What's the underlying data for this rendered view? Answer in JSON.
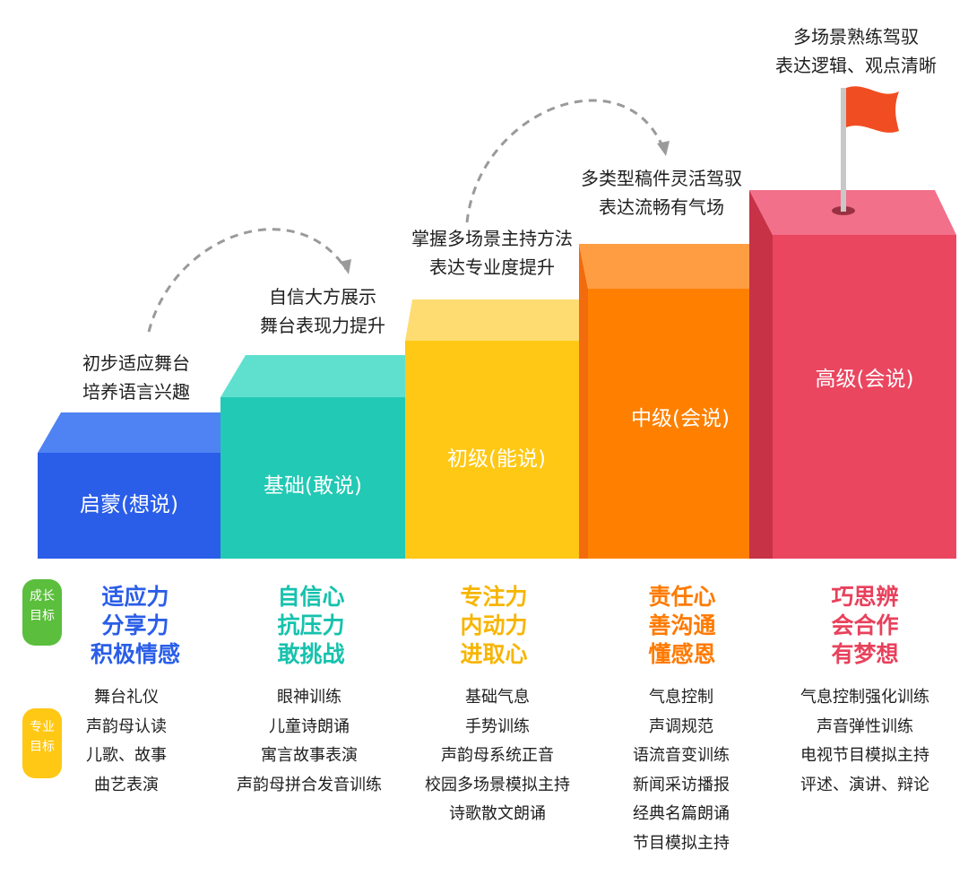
{
  "colors": {
    "blue": "#2a5ee8",
    "teal": "#22c9b4",
    "yellow": "#ffc814",
    "orange": "#ff8000",
    "red": "#ea4660",
    "green_badge": "#5bbe3c",
    "yellow_badge": "#ffc814",
    "flag": "#f04e22"
  },
  "side_labels": {
    "growth": "成长\n目标",
    "professional": "专业\n目标"
  },
  "levels": [
    {
      "name": "启蒙(想说)",
      "caption": "初步适应舞台\n培养语言兴趣",
      "growth_goals": "适应力\n分享力\n积极情感",
      "pro_goals": "舞台礼仪\n声韵母认读\n儿歌、故事\n曲艺表演"
    },
    {
      "name": "基础(敢说)",
      "caption": "自信大方展示\n舞台表现力提升",
      "growth_goals": "自信心\n抗压力\n敢挑战",
      "pro_goals": "眼神训练\n儿童诗朗诵\n寓言故事表演\n声韵母拼合发音训练"
    },
    {
      "name": "初级(能说)",
      "caption": "掌握多场景主持方法\n表达专业度提升",
      "growth_goals": "专注力\n内动力\n进取心",
      "pro_goals": "基础气息\n手势训练\n声韵母系统正音\n校园多场景模拟主持\n诗歌散文朗诵"
    },
    {
      "name": "中级(会说)",
      "caption": "多类型稿件灵活驾驭\n表达流畅有气场",
      "growth_goals": "责任心\n善沟通\n懂感恩",
      "pro_goals": "气息控制\n声调规范\n语流音变训练\n新闻采访播报\n经典名篇朗诵\n节目模拟主持"
    },
    {
      "name": "高级(会说)",
      "caption": "多场景熟练驾驭\n表达逻辑、观点清晰",
      "growth_goals": "巧思辨\n会合作\n有梦想",
      "pro_goals": "气息控制强化训练\n声音弹性训练\n电视节目模拟主持\n评述、演讲、辩论"
    }
  ]
}
